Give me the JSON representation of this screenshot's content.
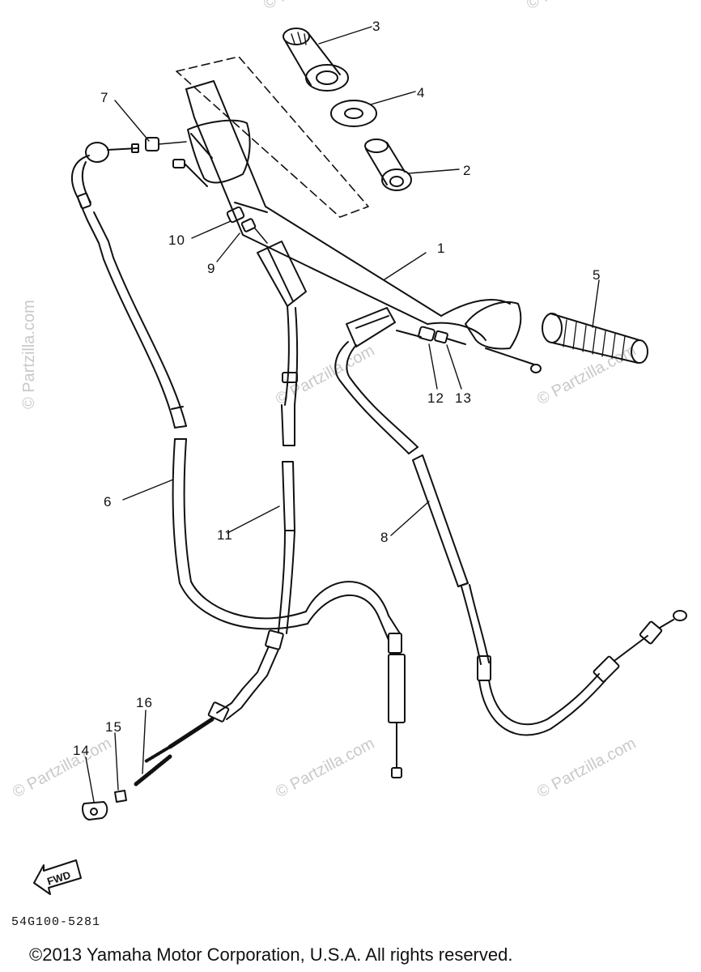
{
  "watermarks": {
    "left_vertical": "© Partzilla.com",
    "wm_a": "© Partzilla.com",
    "wm_b": "© Partzilla.com",
    "wm_c": "© Partzilla.com",
    "wm_d": "© Partzilla.com",
    "wm_e": "© Partzilla.com",
    "wm_f": "© Partzilla.com",
    "wm_g": "© Partzilla.com"
  },
  "callouts": {
    "c1": "1",
    "c2": "2",
    "c3": "3",
    "c4": "4",
    "c5": "5",
    "c6": "6",
    "c7": "7",
    "c8": "8",
    "c9": "9",
    "c10": "10",
    "c11": "11",
    "c12": "12",
    "c13": "13",
    "c14": "14",
    "c15": "15",
    "c16": "16"
  },
  "fwd_label": "FWD",
  "diagram_code": "54G100-5281",
  "copyright": "©2013  Yamaha Motor Corporation, U.S.A. All rights reserved.",
  "colors": {
    "line": "#111111",
    "watermark": "#c9c9c9"
  }
}
